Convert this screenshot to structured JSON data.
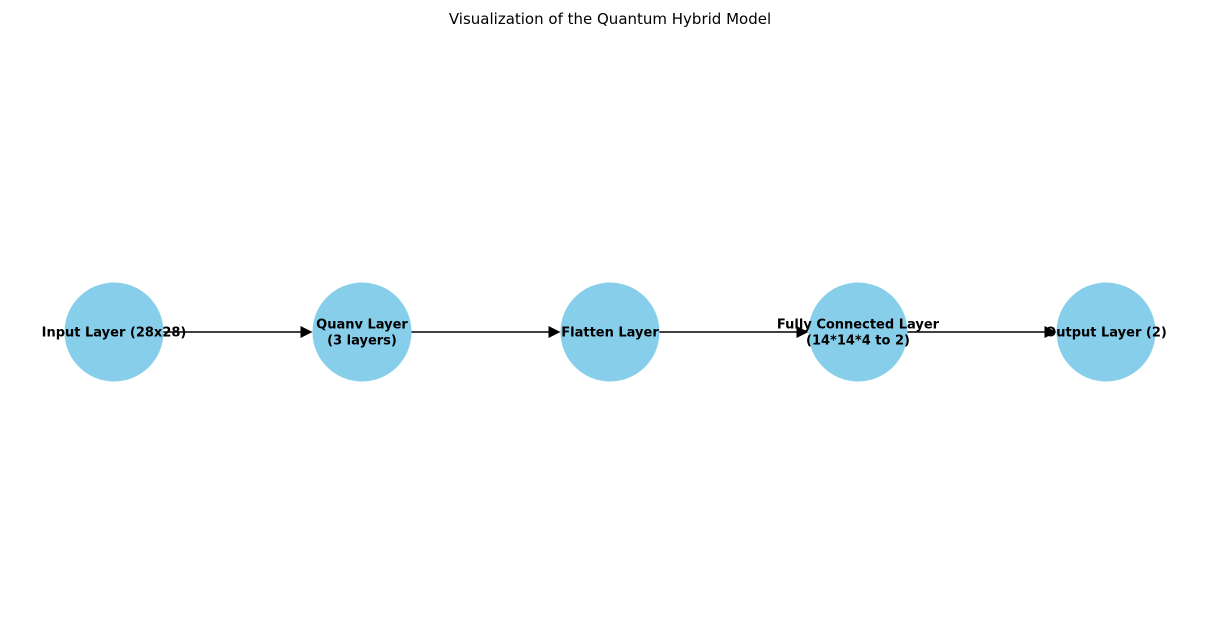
{
  "diagram": {
    "title": "Visualization of the Quantum Hybrid Model",
    "node_color": "#87CEEB",
    "edge_color": "#000000",
    "nodes": [
      {
        "id": "input",
        "lines": [
          "Input Layer (28x28)"
        ]
      },
      {
        "id": "quanv",
        "lines": [
          "Quanv Layer",
          "(3 layers)"
        ]
      },
      {
        "id": "flatten",
        "lines": [
          "Flatten Layer"
        ]
      },
      {
        "id": "fc",
        "lines": [
          "Fully Connected Layer",
          "(14*14*4 to 2)"
        ]
      },
      {
        "id": "output",
        "lines": [
          "Output Layer (2)"
        ]
      }
    ],
    "edges": [
      {
        "from": "input",
        "to": "quanv"
      },
      {
        "from": "quanv",
        "to": "flatten"
      },
      {
        "from": "flatten",
        "to": "fc"
      },
      {
        "from": "fc",
        "to": "output"
      }
    ]
  }
}
